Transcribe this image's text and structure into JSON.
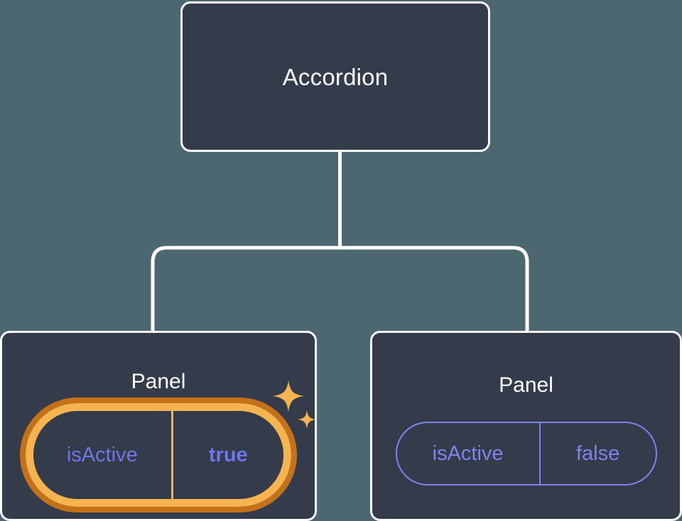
{
  "canvas": {
    "background_color": "#4d6770",
    "node_fill_color": "#343b4a",
    "node_border_color": "#ffffff",
    "connector_color": "#ffffff",
    "prop_accent_color": "#7d84ee",
    "highlight_inner_color": "#f5b44f",
    "highlight_outer_color": "#c4711a",
    "sparkle_color": "#f5b44f"
  },
  "tree": {
    "root": {
      "label": "Accordion"
    },
    "children": [
      {
        "label": "Panel",
        "highlighted": true,
        "prop": {
          "key": "isActive",
          "value": "true"
        },
        "sparkle_icons": [
          "sparkle-large-icon",
          "sparkle-small-icon"
        ]
      },
      {
        "label": "Panel",
        "highlighted": false,
        "prop": {
          "key": "isActive",
          "value": "false"
        }
      }
    ]
  }
}
